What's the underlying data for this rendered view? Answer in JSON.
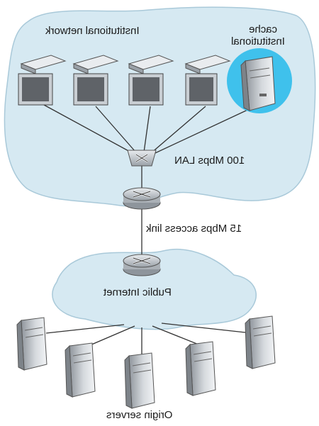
{
  "labels": {
    "institutional_network": "Institutional network",
    "institutional_cache_line1": "Institutional",
    "institutional_cache_line2": "cache",
    "lan": "100 Mbps LAN",
    "access_link": "15 Mbps access link",
    "public_internet": "Public Internet",
    "origin_servers": "Origin servers"
  },
  "colors": {
    "cloud_fill": "#d6e9f2",
    "cloud_stroke": "#a9c9d9",
    "cache_highlight": "#3fc1ec",
    "link_line": "#333333",
    "device_gray": "#b7bcc2"
  }
}
